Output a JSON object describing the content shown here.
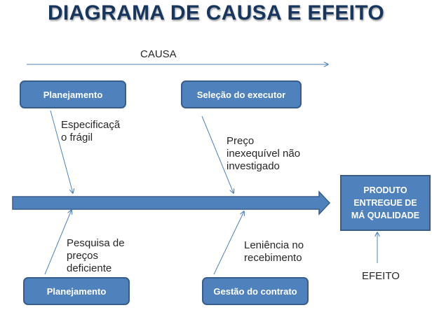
{
  "title": "DIAGRAMA DE CAUSA E EFEITO",
  "causa_label": "CAUSA",
  "efeito_label": "EFEITO",
  "colors": {
    "title": "#17365D",
    "box_fill": "#4F81BD",
    "box_border": "#385D8A",
    "line": "#4F81BD"
  },
  "boxes": {
    "top_left": "Planejamento",
    "top_right": "Seleção do executor",
    "bottom_left": "Planejamento",
    "bottom_right": "Gestão do contrato"
  },
  "effect": {
    "line1": "PRODUTO",
    "line2": "ENTREGUE DE",
    "line3": "MÁ QUALIDADE"
  },
  "causes": {
    "top_left": {
      "line1": "Especificaçã",
      "line2": "o frágil"
    },
    "top_right": {
      "line1": "Preço",
      "line2": "inexequível não",
      "line3": "investigado"
    },
    "bottom_left": {
      "line1": "Pesquisa de",
      "line2": "preços",
      "line3": "deficiente"
    },
    "bottom_right": {
      "line1": "Leniência no",
      "line2": "recebimento"
    }
  }
}
